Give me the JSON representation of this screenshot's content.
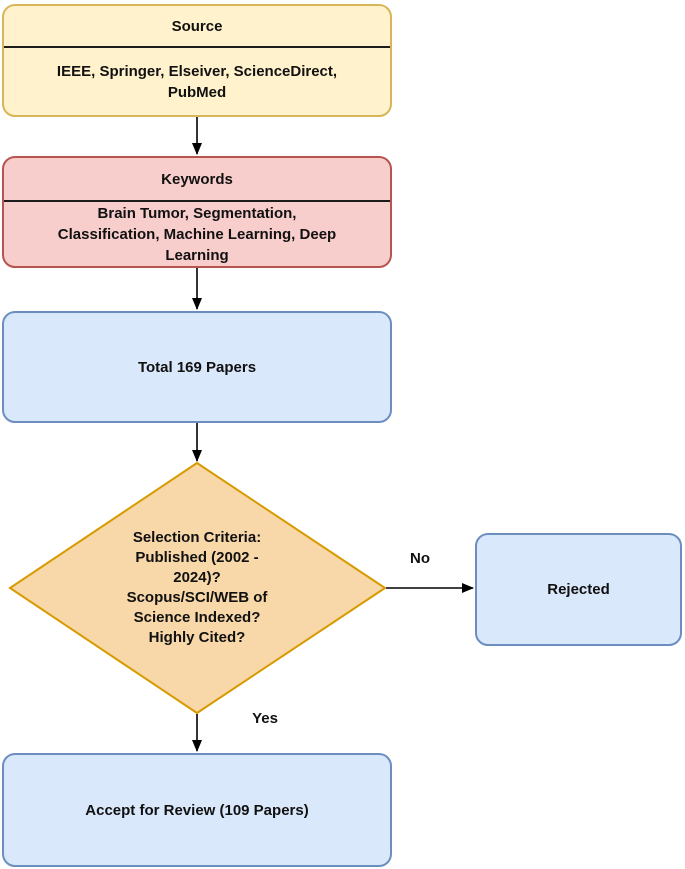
{
  "diagram_type": "flowchart",
  "nodes": {
    "source": {
      "header": "Source",
      "body": "IEEE, Springer, Elseiver, ScienceDirect,\nPubMed"
    },
    "keywords": {
      "header": "Keywords",
      "body": "Brain Tumor, Segmentation,\nClassification, Machine Learning, Deep\nLearning"
    },
    "total": {
      "label": "Total 169 Papers"
    },
    "decision": {
      "label": "Selection Criteria:\nPublished (2002 -\n2024)?\nScopus/SCI/WEB of\nScience Indexed?\nHighly Cited?"
    },
    "rejected": {
      "label": "Rejected"
    },
    "accept": {
      "label": "Accept for Review (109 Papers)"
    }
  },
  "edges": {
    "no_label": "No",
    "yes_label": "Yes"
  },
  "colors": {
    "source_fill": "#FFF2CC",
    "source_border": "#D6B656",
    "keywords_fill": "#F8CECC",
    "keywords_border": "#B85450",
    "process_fill": "#DAE8FC",
    "process_border": "#6C8EBF",
    "decision_fill": "#F8D7A8",
    "decision_border": "#D79B00",
    "arrow": "#000000",
    "text": "#111111",
    "background": "#FFFFFF"
  }
}
